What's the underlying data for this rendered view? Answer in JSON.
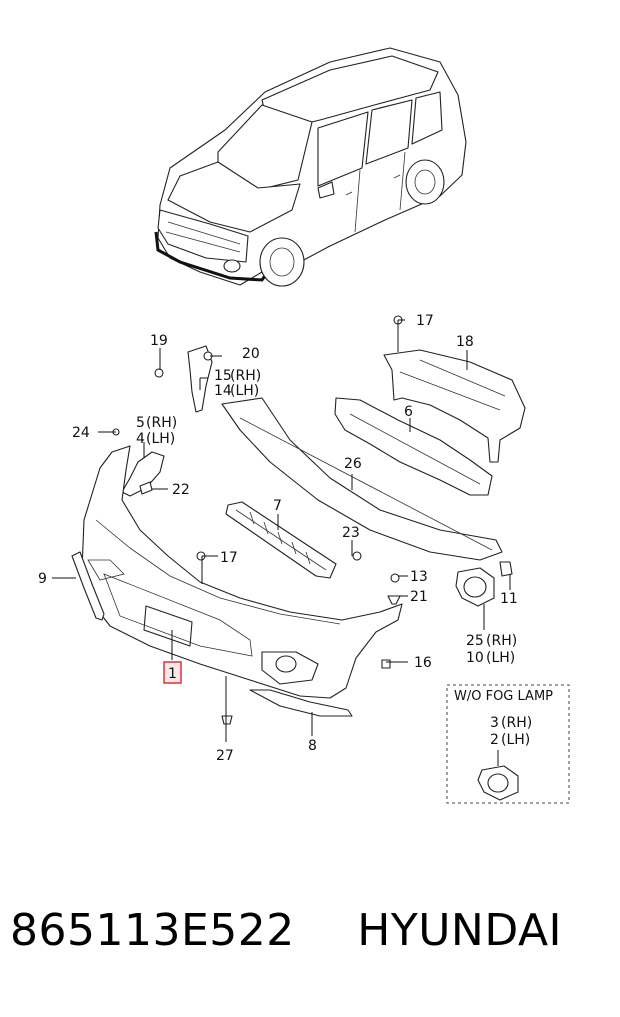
{
  "callouts": {
    "c1": "1",
    "c2": "2",
    "c2lh": "(LH)",
    "c3": "3",
    "c3rh": "(RH)",
    "c4": "4",
    "c4lh": "(LH)",
    "c5": "5",
    "c5rh": "(RH)",
    "c6": "6",
    "c7": "7",
    "c8": "8",
    "c9": "9",
    "c10": "10",
    "c10lh": "(LH)",
    "c11": "11",
    "c13": "13",
    "c14": "14",
    "c14lh": "(LH)",
    "c15": "15",
    "c15rh": "(RH)",
    "c16": "16",
    "c17a": "17",
    "c17b": "17",
    "c18": "18",
    "c19": "19",
    "c20": "20",
    "c21": "21",
    "c22": "22",
    "c23": "23",
    "c24": "24",
    "c25": "25",
    "c25rh": "(RH)",
    "c26": "26",
    "c27": "27"
  },
  "inset_title": "W/O FOG LAMP",
  "footer": {
    "part_number": "865113E522",
    "brand": "HYUNDAI"
  },
  "colors": {
    "highlight": "#e0303a",
    "ink": "#111111"
  }
}
